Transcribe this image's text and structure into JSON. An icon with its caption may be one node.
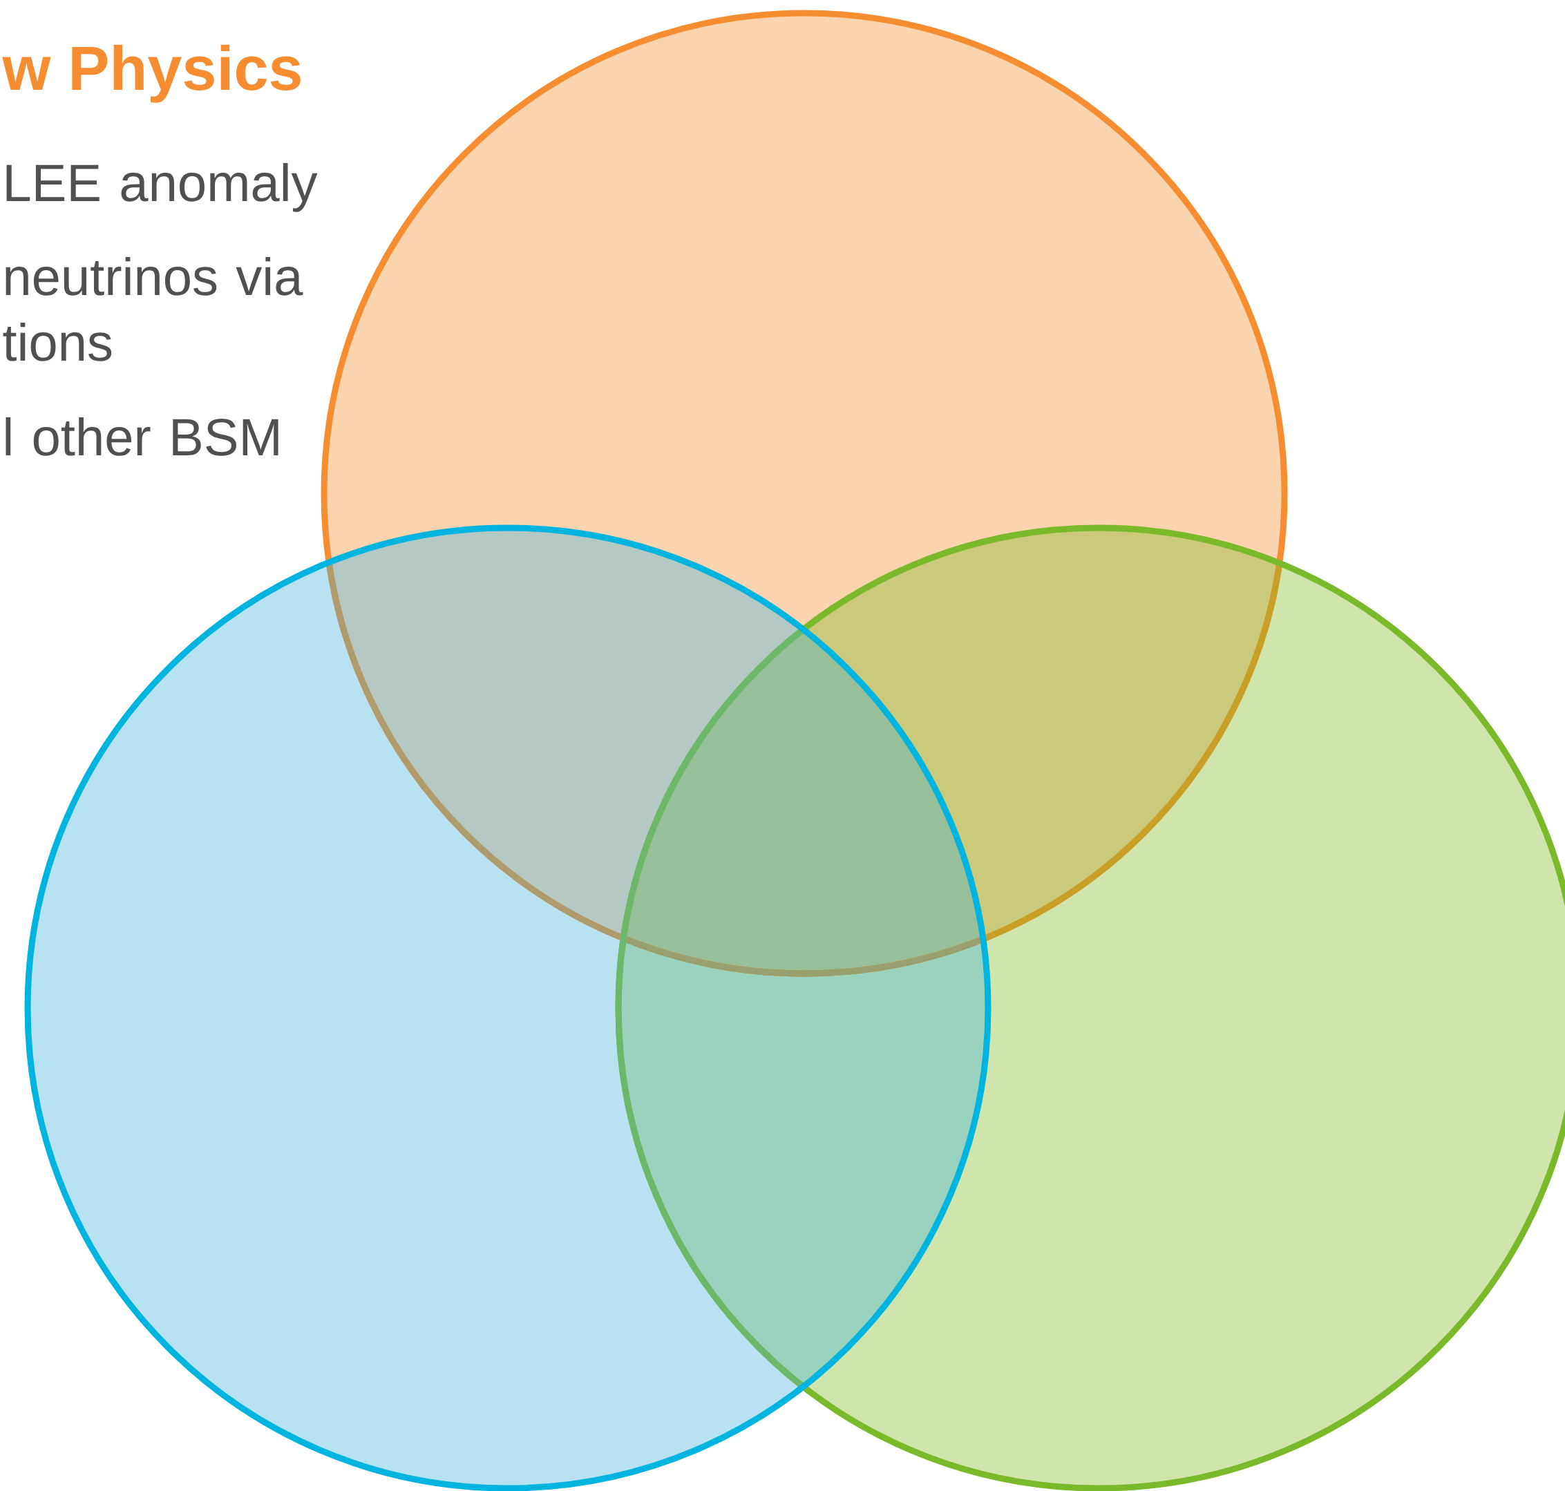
{
  "diagram": {
    "title": "w Physics",
    "nodes": [
      {
        "text": [],
        "shape": "circle"
      },
      {
        "text": [],
        "shape": "circle"
      },
      {
        "text": [],
        "shape": "circle"
      }
    ],
    "labels": [
      "LEE anomaly",
      "neutrinos via tions",
      "l other BSM"
    ]
  }
}
